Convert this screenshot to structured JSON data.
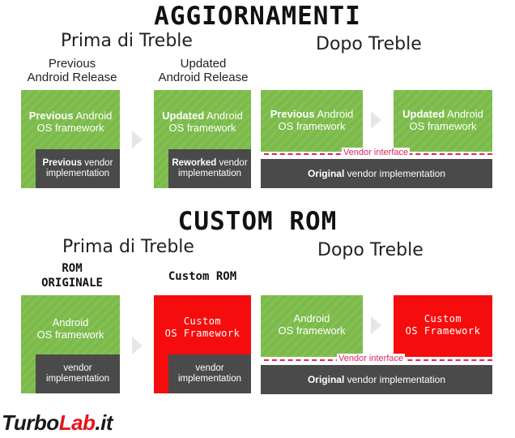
{
  "top": {
    "title": "AGGIORNAMENTI",
    "before_label": "Prima di Treble",
    "after_label": "Dopo Treble",
    "col1_caption_1": "Previous",
    "col1_caption_2": "Android Release",
    "col2_caption_1": "Updated",
    "col2_caption_2": "Android Release",
    "b1_os_bold": "Previous",
    "b1_os_rest": " Android",
    "b1_os_line2": "OS framework",
    "b1_vendor_bold": "Previous",
    "b1_vendor_rest": " vendor",
    "b1_vendor_line2": "implementation",
    "b2_os_bold": "Updated",
    "b2_os_rest": " Android",
    "b2_os_line2": "OS framework",
    "b2_vendor_bold": "Reworked",
    "b2_vendor_rest": " vendor",
    "b2_vendor_line2": "implementation",
    "t1_os_bold": "Previous",
    "t1_os_rest": " Android",
    "t1_os_line2": "OS framework",
    "t2_os_bold": "Updated",
    "t2_os_rest": " Android",
    "t2_os_line2": "OS framework",
    "vendor_interface": "Vendor interface",
    "vendor_bold": "Original",
    "vendor_rest": " vendor implementation"
  },
  "bottom": {
    "title": "CUSTOM ROM",
    "before_label": "Prima di Treble",
    "after_label": "Dopo Treble",
    "rom_original_1": "ROM",
    "rom_original_2": "ORIGINALE",
    "custom_rom_label": "Custom ROM",
    "b1_os_line1": "Android",
    "b1_os_line2": "OS framework",
    "b1_vendor_line1": "vendor",
    "b1_vendor_line2": "implementation",
    "b2_custom_line1": "Custom",
    "b2_custom_line2": "OS Framework",
    "b2_vendor_line1": "vendor",
    "b2_vendor_line2": "implementation",
    "t1_os_line1": "Android",
    "t1_os_line2": "OS framework",
    "t2_custom_line1": "Custom",
    "t2_custom_line2": "OS Framework",
    "vendor_interface": "Vendor interface",
    "vendor_bold": "Original",
    "vendor_rest": " vendor implementation"
  },
  "logo": {
    "text_dark": "Turbo",
    "text_red": "Lab",
    "text_suffix": ".it"
  },
  "colors": {
    "android_green": "#7cbb4a",
    "custom_red": "#f50d0d",
    "vendor_dark": "#4a4a4a",
    "interface_pink": "#e0245e"
  }
}
